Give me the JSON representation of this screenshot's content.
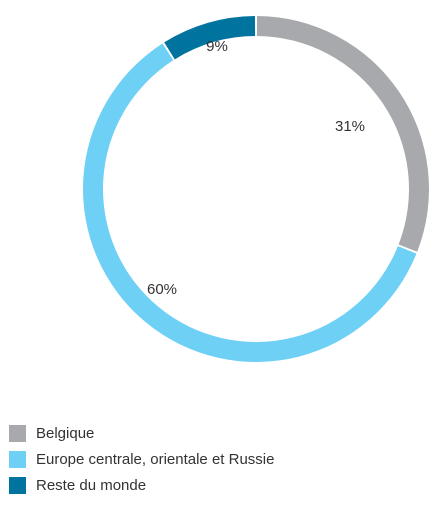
{
  "chart_data": {
    "type": "pie",
    "variant": "donut",
    "slices": [
      {
        "label": "Belgique",
        "value": 31,
        "display": "31%",
        "color": "#A7A9AC"
      },
      {
        "label": "Europe centrale, orientale et Russie",
        "value": 60,
        "display": "60%",
        "color": "#6FD0F6"
      },
      {
        "label": "Reste du monde",
        "value": 9,
        "display": "9%",
        "color": "#00739E"
      }
    ],
    "start": "top",
    "direction": "clockwise",
    "legend_position": "bottom-left"
  }
}
